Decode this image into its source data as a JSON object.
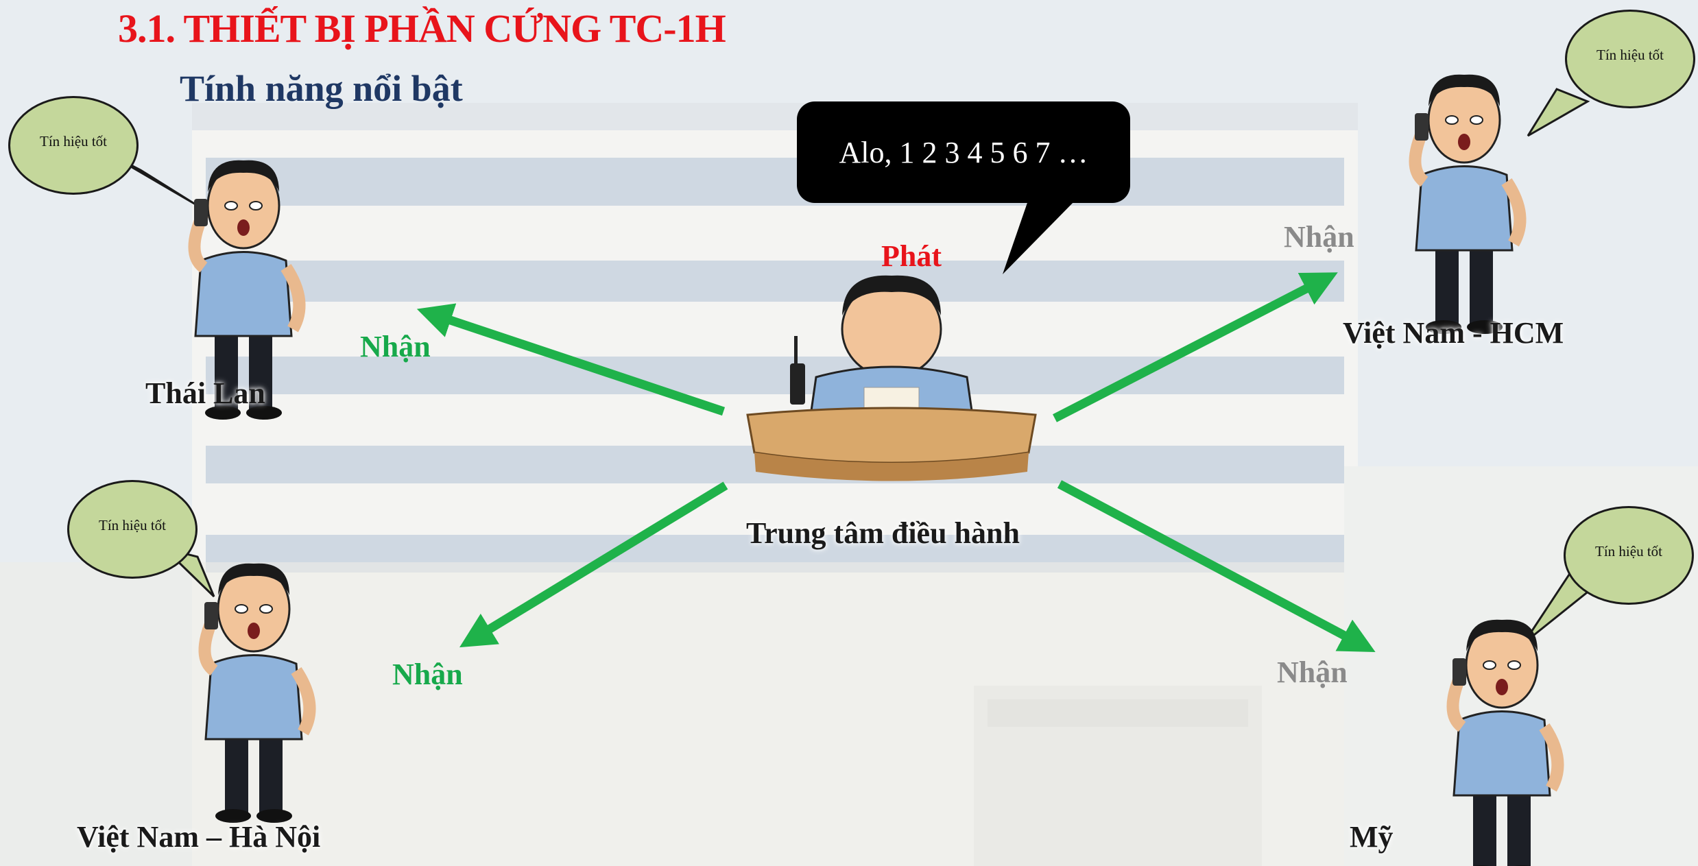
{
  "title": "3.1. THIẾT BỊ PHẦN CỨNG TC-1H",
  "subtitle": "Tính năng nổi bật",
  "speech": "Alo, 1 2 3 4 5 6 7 …",
  "transmit_label": "Phát",
  "center_label": "Trung tâm điều hành",
  "receive_label": "Nhận",
  "signal_text": "Tín hiệu tốt",
  "locations": {
    "thai_lan": "Thái Lan",
    "vn_hcm": "Việt Nam - HCM",
    "vn_hanoi": "Việt Nam – Hà Nội",
    "my": "Mỹ"
  },
  "colors": {
    "title": "#e8141b",
    "subtitle": "#1f3864",
    "arrow": "#1fb24a",
    "bubble": "#c4d79b",
    "receive_green": "#17a94b",
    "receive_grey": "#8a8a8a"
  }
}
